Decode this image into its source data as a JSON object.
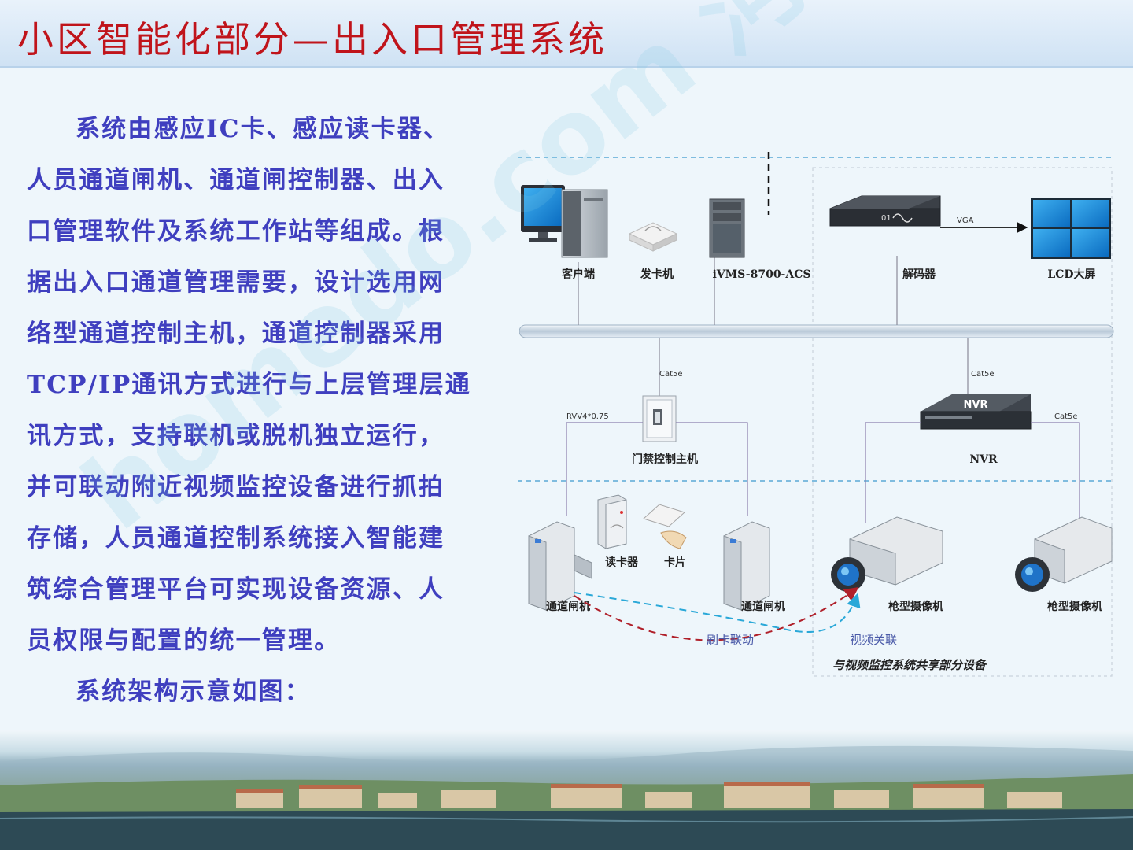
{
  "title": "小区智能化部分—出入口管理系统",
  "paragraph_lines": [
    "系统由感应IC卡、感应读卡器、",
    "人员通道闸机、通道闸控制器、出入",
    "口管理软件及系统工作站等组成。根",
    "据出入口通道管理需要，设计选用网",
    "络型通道控制主机，通道控制器采用",
    "TCP/IP通讯方式进行与上层管理层通",
    "讯方式，支持联机或脱机独立运行，",
    "并可联动附近视频监控设备进行抓拍",
    "存储，人员通道控制系统接入智能建",
    "筑综合管理平台可实现设备资源、人",
    "员权限与配置的统一管理。"
  ],
  "caption": "系统架构示意如图：",
  "diagram": {
    "labels": {
      "client": "客户端",
      "card_issuer": "发卡机",
      "server": "iVMS-8700-ACS",
      "decoder": "解码器",
      "lcd": "LCD大屏",
      "vga": "VGA",
      "cat5e_1": "Cat5e",
      "cat5e_2": "Cat5e",
      "cat5e_3": "Cat5e",
      "rvv": "RVV4*0.75",
      "controller": "门禁控制主机",
      "nvr_label": "NVR",
      "nvr_box_text": "NVR",
      "reader": "读卡器",
      "card": "卡片",
      "gate_left": "通道闸机",
      "gate_right": "通道闸机",
      "camera_1": "枪型摄像机",
      "camera_2": "枪型摄像机",
      "link_card": "刷卡联动",
      "link_video": "视频关联",
      "shared_note": "与视频监控系统共享部分设备"
    },
    "colors": {
      "card_link": "#b0202a",
      "video_link": "#2aa8d8",
      "bus": "#c9d6e3"
    }
  },
  "watermark": "homedo.com 河姆渡"
}
